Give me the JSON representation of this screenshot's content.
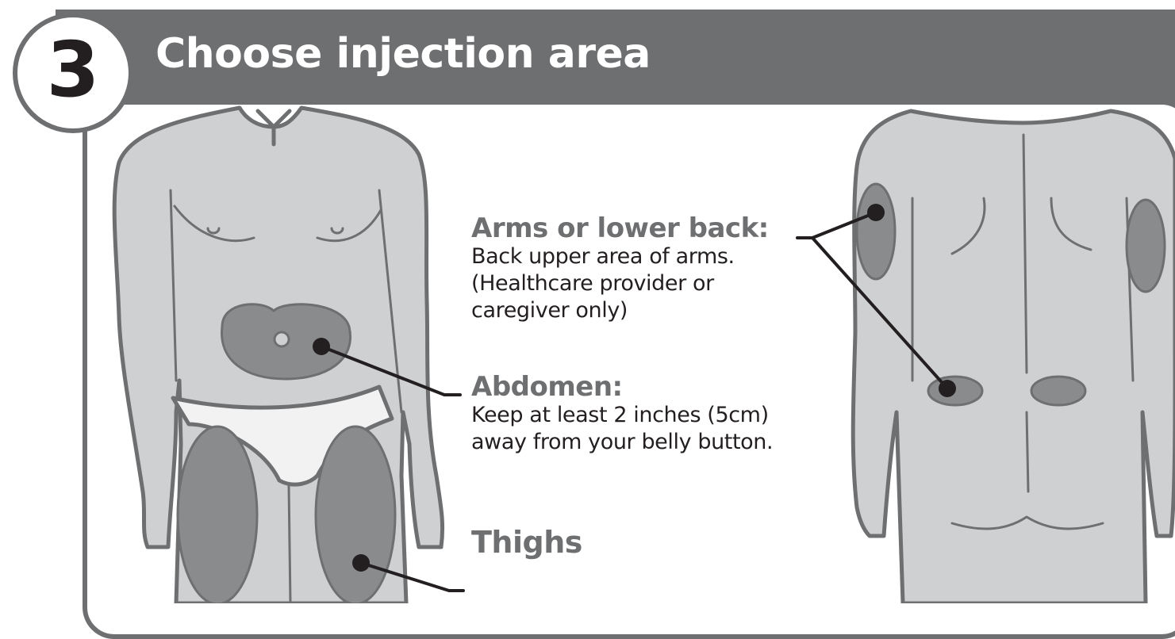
{
  "step": {
    "number": "3",
    "title": "Choose injection area"
  },
  "sites": [
    {
      "name": "Arms or lower back:",
      "description_lines": [
        "Back upper area of arms.",
        "(Healthcare provider or",
        "caregiver only)"
      ]
    },
    {
      "name": "Abdomen:",
      "description_lines": [
        "Keep at least 2 inches (5cm)",
        "away from your belly button."
      ]
    },
    {
      "name": "Thighs",
      "description_lines": []
    }
  ],
  "colors": {
    "header": "#6e6f71",
    "body_fill": "#cfd0d2",
    "body_outline": "#6e6f71",
    "injection_zone": "#8a8b8d",
    "marker": "#231f20",
    "text": "#231f20"
  }
}
